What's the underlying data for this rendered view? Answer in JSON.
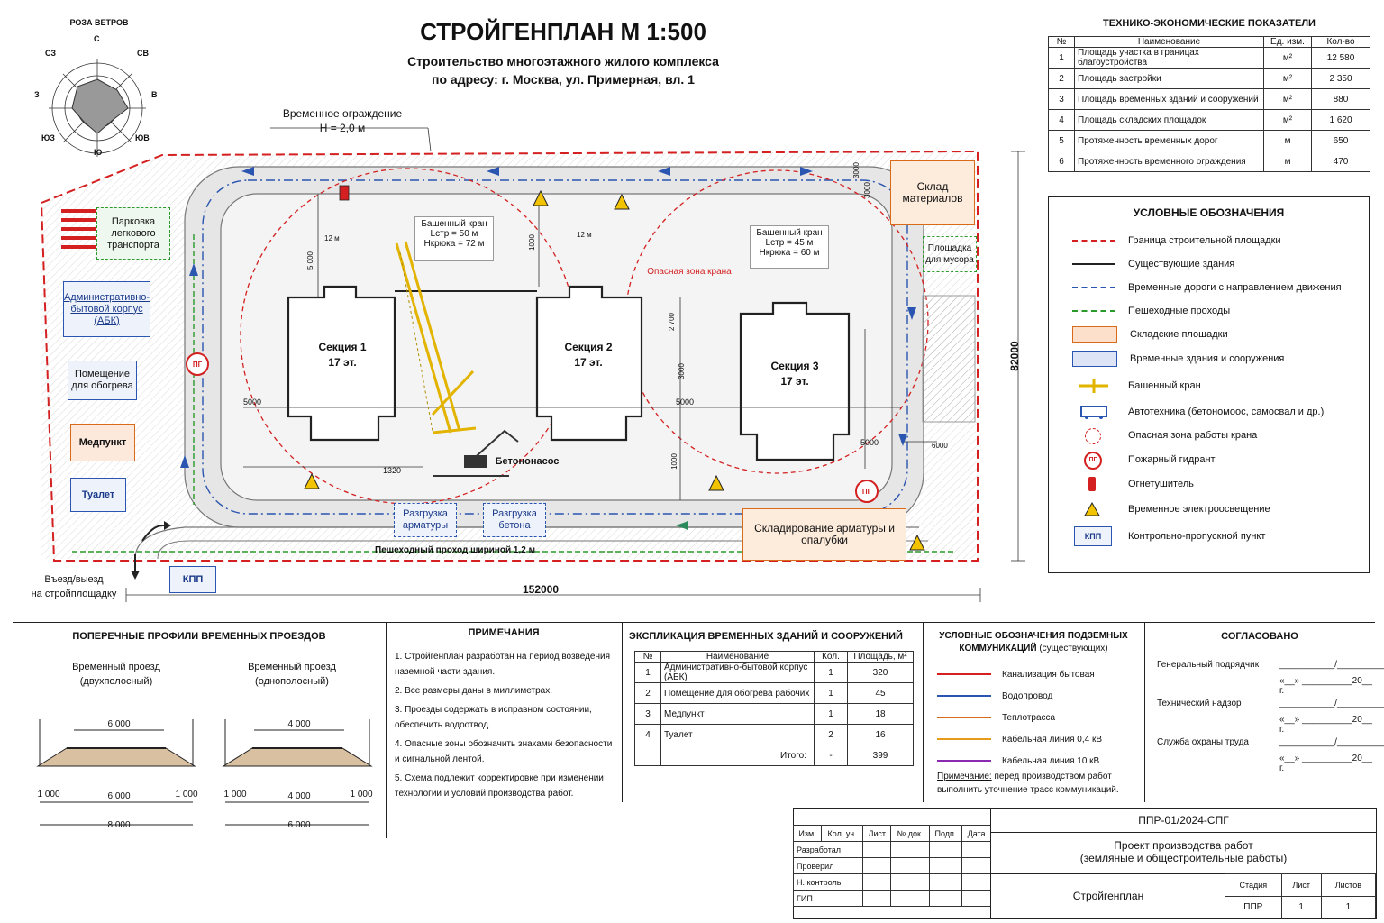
{
  "header": {
    "title": "СТРОЙГЕНПЛАН  М 1:500",
    "subtitle_1": "Строительство многоэтажного жилого комплекса",
    "subtitle_2": "по адресу: г. Москва, ул. Примерная, вл. 1"
  },
  "wind_rose": {
    "title": "РОЗА ВЕТРОВ",
    "dirs": [
      "С",
      "СВ",
      "В",
      "ЮВ",
      "Ю",
      "ЮЗ",
      "З",
      "СЗ"
    ]
  },
  "site": {
    "fence_label_1": "Временное ограждение",
    "fence_label_2": "Н = 2,0 м",
    "dim_width": "152000",
    "dim_height": "82000",
    "parking": "Парковка легкового транспорта",
    "abk": "Административно-бытовой корпус (АБК)",
    "heating": "Помещение для обогрева",
    "medpunkt": "Медпункт",
    "toilet": "Туалет",
    "kpp": "КПП",
    "entry_1": "Въезд/выезд",
    "entry_2": "на стройплощадку",
    "warehouse": "Склад материалов",
    "trash": "Площадка для мусора",
    "storage": "Складирование арматуры и опалубки",
    "unload_rebar": "Разгрузка арматуры",
    "unload_concrete": "Разгрузка бетона",
    "pedestrian": "Пешеходный проход шириной 1,2 м",
    "danger_zone": "Опасная зона крана",
    "pump": "Бетононасос",
    "hydrant": "ПГ",
    "crane1": {
      "t": "Башенный кран",
      "l": "Lстр = 50 м",
      "h": "Нкрюка = 72 м"
    },
    "crane2": {
      "t": "Башенный кран",
      "l": "Lстр = 45 м",
      "h": "Нкрюка = 60 м"
    },
    "sections": [
      {
        "name": "Секция 1",
        "floors": "17 эт."
      },
      {
        "name": "Секция 2",
        "floors": "17 эт."
      },
      {
        "name": "Секция 3",
        "floors": "17 эт."
      }
    ],
    "dims": [
      "5000",
      "5000",
      "5000",
      "1320",
      "12 м",
      "12 м",
      "5 000",
      "1000",
      "2 700",
      "3000",
      "6000",
      "3000",
      "3000",
      "1000"
    ]
  },
  "tep": {
    "title": "ТЕХНИКО-ЭКОНОМИЧЕСКИЕ ПОКАЗАТЕЛИ",
    "headers": [
      "№",
      "Наименование",
      "Ед. изм.",
      "Кол-во"
    ],
    "rows": [
      [
        "1",
        "Площадь участка в границах благоустройства",
        "м²",
        "12 580"
      ],
      [
        "2",
        "Площадь застройки",
        "м²",
        "2 350"
      ],
      [
        "3",
        "Площадь временных зданий и сооружений",
        "м²",
        "880"
      ],
      [
        "4",
        "Площадь складских площадок",
        "м²",
        "1 620"
      ],
      [
        "5",
        "Протяженность временных дорог",
        "м",
        "650"
      ],
      [
        "6",
        "Протяженность временного ограждения",
        "м",
        "470"
      ]
    ]
  },
  "legend": {
    "title": "УСЛОВНЫЕ ОБОЗНАЧЕНИЯ",
    "items": [
      "Граница строительной площадки",
      "Существующие здания",
      "Временные дороги с направлением движения",
      "Пешеходные проходы",
      "Складские площадки",
      "Временные здания и сооружения",
      "Башенный кран",
      "Автотехника (бетономоос, самосвал и др.)",
      "Опасная зона работы крана",
      "Пожарный гидрант",
      "Огнетушитель",
      "Временное электроосвещение",
      "Контрольно-пропускной пункт"
    ],
    "hydrant_sym": "ПГ",
    "kpp_sym": "КПП"
  },
  "profiles": {
    "title": "ПОПЕРЕЧНЫЕ ПРОФИЛИ ВРЕМЕННЫХ ПРОЕЗДОВ",
    "p1_t1": "Временный проезд",
    "p1_t2": "(двухполосный)",
    "p2_t1": "Временный проезд",
    "p2_t2": "(однополосный)",
    "p1_top": "6 000",
    "p1_l": "1 000",
    "p1_mid": "6 000",
    "p1_r": "1 000",
    "p1_total": "8 000",
    "p2_top": "4 000",
    "p2_l": "1 000",
    "p2_mid": "4 000",
    "p2_r": "1 000",
    "p2_total": "6 000"
  },
  "notes": {
    "title": "ПРИМЕЧАНИЯ",
    "items": [
      "1. Стройгенплан разработан на период возведения наземной части здания.",
      "2. Все размеры даны в миллиметрах.",
      "3. Проезды содержать в исправном состоянии, обеспечить водоотвод.",
      "4. Опасные зоны обозначить знаками безопасности и сигнальной лентой.",
      "5. Схема подлежит корректировке при изменении технологии и условий производства работ."
    ]
  },
  "explication": {
    "title": "ЭКСПЛИКАЦИЯ ВРЕМЕННЫХ ЗДАНИЙ И СООРУЖЕНИЙ",
    "headers": [
      "№",
      "Наименование",
      "Кол.",
      "Площадь, м²"
    ],
    "rows": [
      [
        "1",
        "Административно-бытовой корпус (АБК)",
        "1",
        "320"
      ],
      [
        "2",
        "Помещение для обогрева рабочих",
        "1",
        "45"
      ],
      [
        "3",
        "Медпункт",
        "1",
        "18"
      ],
      [
        "4",
        "Туалет",
        "2",
        "16"
      ]
    ],
    "total_label": "Итого:",
    "total_qty": "-",
    "total": "399"
  },
  "utilities": {
    "title_1": "УСЛОВНЫЕ ОБОЗНАЧЕНИЯ ПОДЗЕМНЫХ",
    "title_2": "КОММУНИКАЦИЙ",
    "title_3": "(существующих)",
    "items": [
      "Канализация бытовая",
      "Водопровод",
      "Теплотрасса",
      "Кабельная линия 0,4 кВ",
      "Кабельная линия 10 кВ"
    ],
    "colors": [
      "#d42020",
      "#2a55b0",
      "#d86a1a",
      "#e89a1a",
      "#8a2ab0"
    ],
    "note_label": "Примечание:",
    "note_1": " перед производством работ",
    "note_2": "выполнить уточнение трасс коммуникаций."
  },
  "approval": {
    "title": "СОГЛАСОВАНО",
    "rows": [
      "Генеральный подрядчик",
      "Технический надзор",
      "Служба охраны труда"
    ],
    "sign": "___________/___________/",
    "date": "«__»  __________20__ г."
  },
  "stamp": {
    "code": "ППР-01/2024-СПГ",
    "headers": [
      "Изм.",
      "Кол. уч.",
      "Лист",
      "№ док.",
      "Подп.",
      "Дата"
    ],
    "roles": [
      "Разработал",
      "Проверил",
      "Н. контроль",
      "ГИП"
    ],
    "project_1": "Проект производства работ",
    "project_2": "(земляные и общестроительные работы)",
    "sheet_name": "Стройгенплан",
    "stage_h": "Стадия",
    "sheet_h": "Лист",
    "sheets_h": "Листов",
    "stage": "ППР",
    "sheet": "1",
    "sheets": "1"
  }
}
